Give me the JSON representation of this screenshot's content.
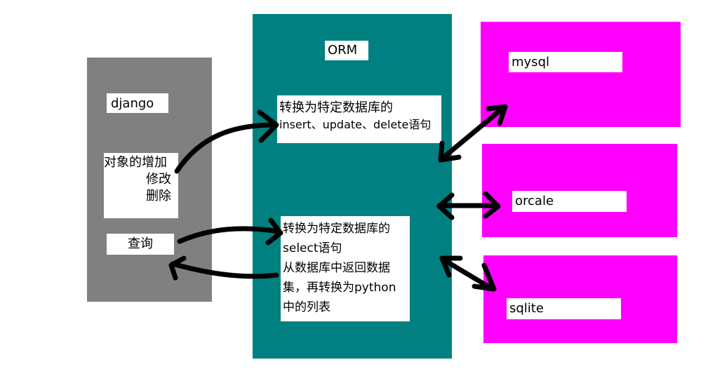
{
  "colors": {
    "django_bg": "#808080",
    "orm_bg": "#008080",
    "db_bg": "#ff00ff",
    "label_bg": "#ffffff",
    "arrow": "#000000"
  },
  "django": {
    "title": "django",
    "ops_lines": [
      "对象的增加",
      "修改",
      "删除"
    ],
    "query": "查询"
  },
  "orm": {
    "title": "ORM",
    "convert_top_lines": [
      "转换为特定数据库的",
      "insert、update、delete语句"
    ],
    "convert_bottom_lines": [
      "转换为特定数据库的",
      "select语句",
      "从数据库中返回数据",
      "集，再转换为python",
      "中的列表"
    ]
  },
  "databases": [
    "mysql",
    "orcale",
    "sqlite"
  ]
}
